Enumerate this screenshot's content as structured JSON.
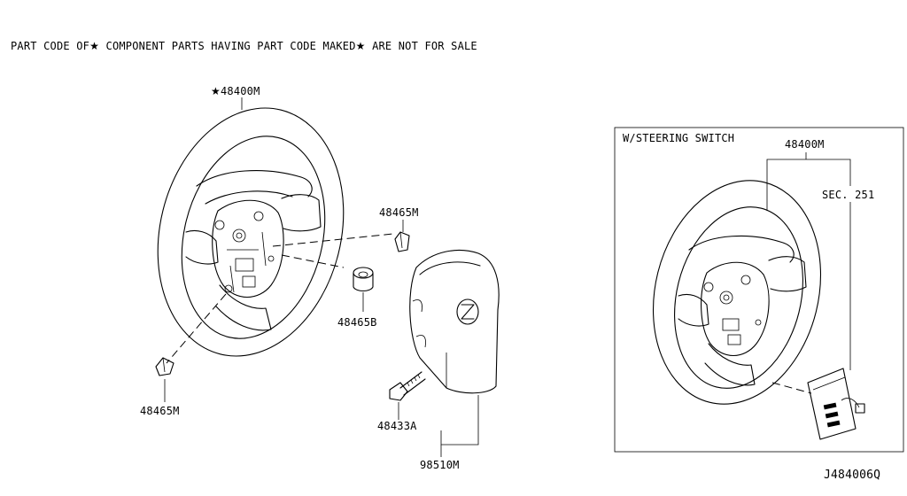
{
  "header": {
    "note_part1": "PART CODE OF",
    "note_part2": "COMPONENT PARTS HAVING PART CODE MAKED",
    "note_part3": "ARE NOT FOR SALE",
    "star_glyph": "★"
  },
  "callouts": {
    "wheel_main": "48400M",
    "cap_upper": "48465M",
    "nut": "48465B",
    "cap_lower": "48465M",
    "bolt": "48433A",
    "airbag": "98510M"
  },
  "inset": {
    "title": "W/STEERING SWITCH",
    "wheel": "48400M",
    "section_ref": "SEC. 251"
  },
  "diagram_id": "J484006Q"
}
